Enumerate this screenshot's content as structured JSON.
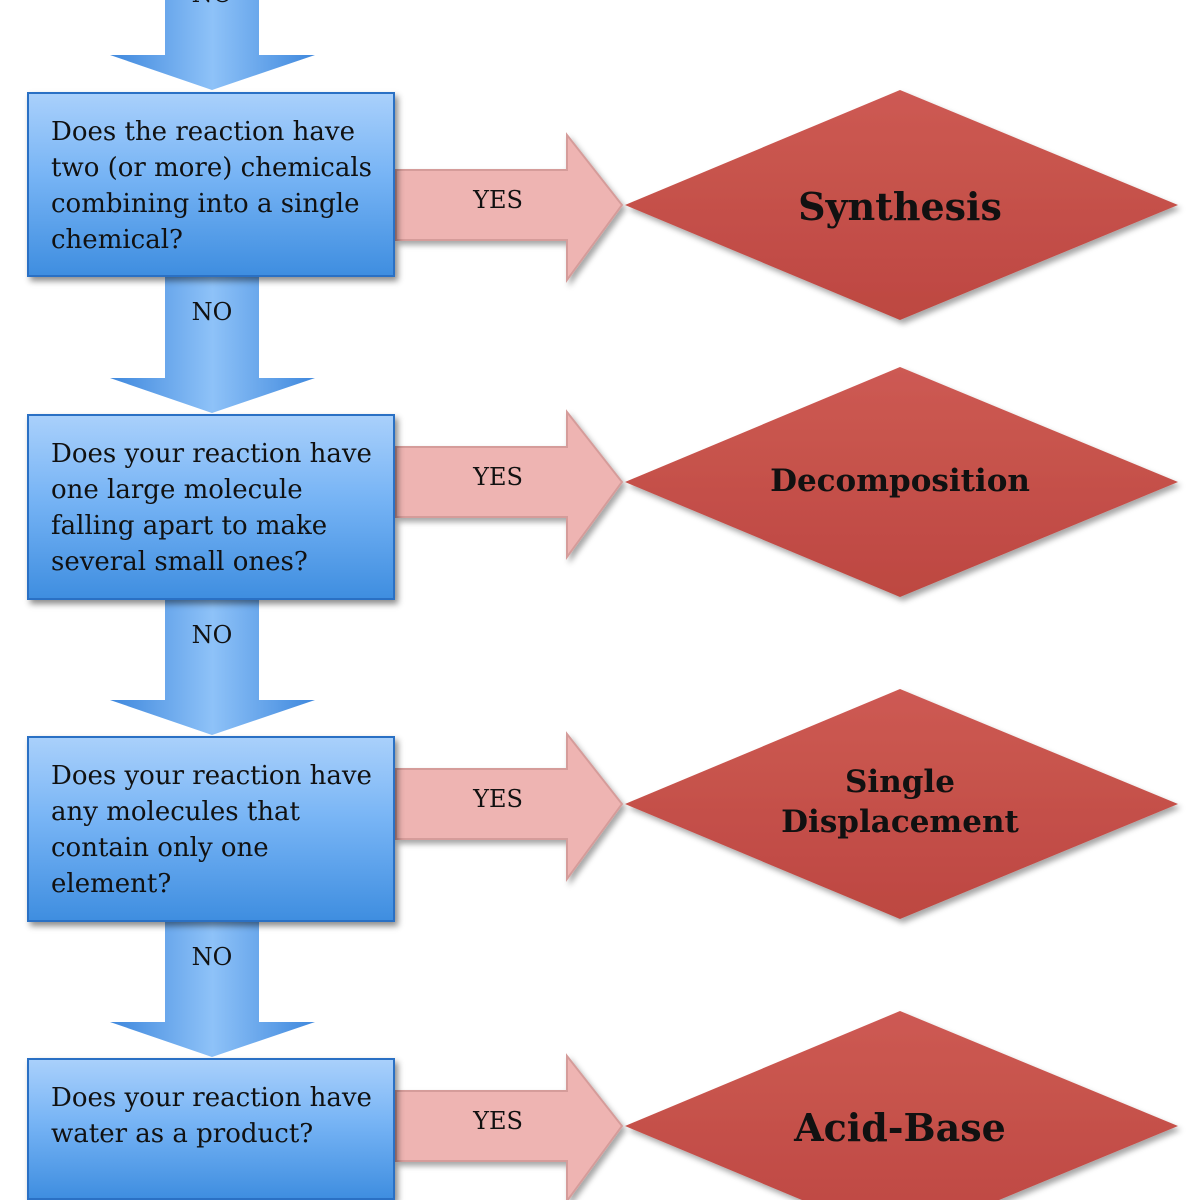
{
  "flow": {
    "top_connector_label": "NO",
    "steps": [
      {
        "question": "Does the reaction have two (or more) chemicals combining into a single chemical?",
        "yes_label": "YES",
        "result": "Synthesis",
        "no_label": "NO"
      },
      {
        "question": "Does your reaction have one large molecule falling apart to make several small ones?",
        "yes_label": "YES",
        "result": "Decomposition",
        "no_label": "NO"
      },
      {
        "question": "Does your reaction have any molecules that contain only one element?",
        "yes_label": "YES",
        "result": "Single Displacement",
        "no_label": "NO"
      },
      {
        "question": "Does your reaction have water as a product?",
        "yes_label": "YES",
        "result": "Acid-Base"
      }
    ]
  },
  "colors": {
    "question_box_fill": "#77b4f5",
    "question_box_border": "#2a70c4",
    "down_arrow": "#5f9fe8",
    "yes_arrow": "#eeb4b2",
    "yes_arrow_edge": "#d59c9a",
    "result_diamond": "#c9524c"
  }
}
